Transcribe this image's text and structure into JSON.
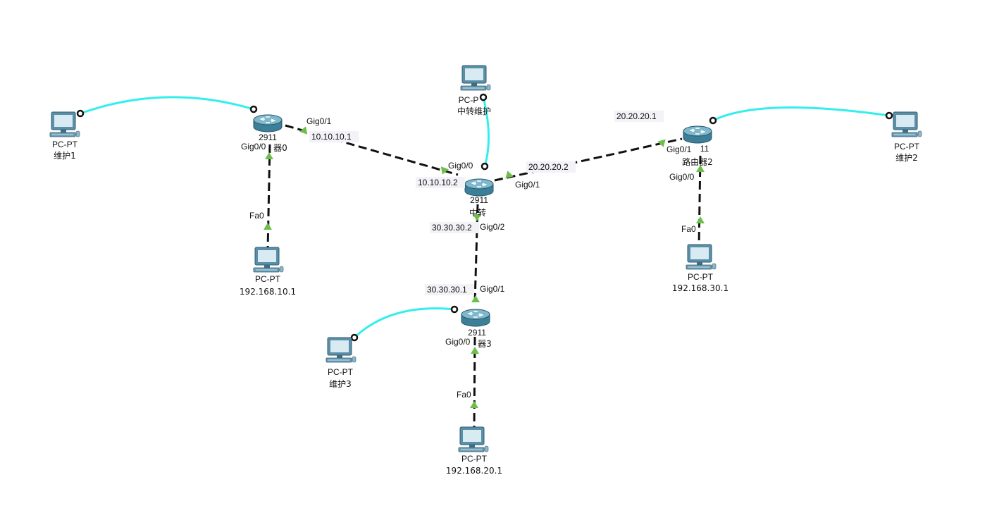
{
  "diagram": {
    "devices": [
      {
        "id": "pc-maint1",
        "kind": "pc",
        "type_label": "PC-PT",
        "name": "维护1"
      },
      {
        "id": "router0",
        "kind": "router",
        "type_label": "2911",
        "name": "器0"
      },
      {
        "id": "pc-10",
        "kind": "pc",
        "type_label": "PC-PT",
        "name": "192.168.10.1"
      },
      {
        "id": "pc-relay-maint",
        "kind": "pc",
        "type_label": "PC-P",
        "name": "中转维护"
      },
      {
        "id": "relay",
        "kind": "router",
        "type_label": "2911",
        "name": "中转"
      },
      {
        "id": "router2",
        "kind": "router",
        "type_label": "11",
        "name": "路由器2"
      },
      {
        "id": "pc-maint2",
        "kind": "pc",
        "type_label": "PC-PT",
        "name": "维护2"
      },
      {
        "id": "pc-30",
        "kind": "pc",
        "type_label": "PC-PT",
        "name": "192.168.30.1"
      },
      {
        "id": "router3",
        "kind": "router",
        "type_label": "2911",
        "name": "器3"
      },
      {
        "id": "pc-maint3",
        "kind": "pc",
        "type_label": "PC-PT",
        "name": "维护3"
      },
      {
        "id": "pc-20",
        "kind": "pc",
        "type_label": "PC-PT",
        "name": "192.168.20.1"
      }
    ],
    "links": [
      {
        "id": "console-r0",
        "type": "console",
        "from": "pc-maint1",
        "to": "router0"
      },
      {
        "id": "console-relay",
        "type": "console",
        "from": "pc-relay-maint",
        "to": "relay"
      },
      {
        "id": "console-r2",
        "type": "console",
        "from": "router2",
        "to": "pc-maint2"
      },
      {
        "id": "console-r3",
        "type": "console",
        "from": "pc-maint3",
        "to": "router3"
      },
      {
        "id": "r0-relay",
        "type": "copper",
        "from": "router0",
        "to": "relay"
      },
      {
        "id": "relay-r2",
        "type": "copper",
        "from": "relay",
        "to": "router2"
      },
      {
        "id": "relay-r3",
        "type": "copper",
        "from": "relay",
        "to": "router3"
      },
      {
        "id": "r0-pc10",
        "type": "copper",
        "from": "router0",
        "to": "pc-10"
      },
      {
        "id": "r2-pc30",
        "type": "copper",
        "from": "router2",
        "to": "pc-30"
      },
      {
        "id": "r3-pc20",
        "type": "copper",
        "from": "router3",
        "to": "pc-20"
      }
    ],
    "port_labels": [
      {
        "id": "r0-g01",
        "text": "Gig0/1"
      },
      {
        "id": "r0-g00",
        "text": "Gig0/0"
      },
      {
        "id": "pc10-fa0",
        "text": "Fa0"
      },
      {
        "id": "relay-g00",
        "text": "Gig0/0"
      },
      {
        "id": "relay-g01",
        "text": "Gig0/1"
      },
      {
        "id": "relay-g02",
        "text": "Gig0/2"
      },
      {
        "id": "r2-g01",
        "text": "Gig0/1"
      },
      {
        "id": "r2-g00",
        "text": "Gig0/0"
      },
      {
        "id": "pc30-fa0",
        "text": "Fa0"
      },
      {
        "id": "r3-g01",
        "text": "Gig0/1"
      },
      {
        "id": "r3-g00",
        "text": "Gig0/0"
      },
      {
        "id": "pc20-fa0",
        "text": "Fa0"
      }
    ],
    "ip_labels": [
      {
        "id": "ip-10-1",
        "text": "10.10.10.1"
      },
      {
        "id": "ip-10-2",
        "text": "10.10.10.2"
      },
      {
        "id": "ip-20-2",
        "text": "20.20.20.2"
      },
      {
        "id": "ip-20-1",
        "text": "20.20.20.1"
      },
      {
        "id": "ip-30-2",
        "text": "30.30.30.2"
      },
      {
        "id": "ip-30-1",
        "text": "30.30.30.1"
      }
    ],
    "colors": {
      "console_cable": "#33eeee",
      "copper_cable": "#111111",
      "port_up_indicator": "#6cbf4a",
      "device_body": "#4a8fa6",
      "ip_label_bg": "#f2f2f7"
    }
  }
}
